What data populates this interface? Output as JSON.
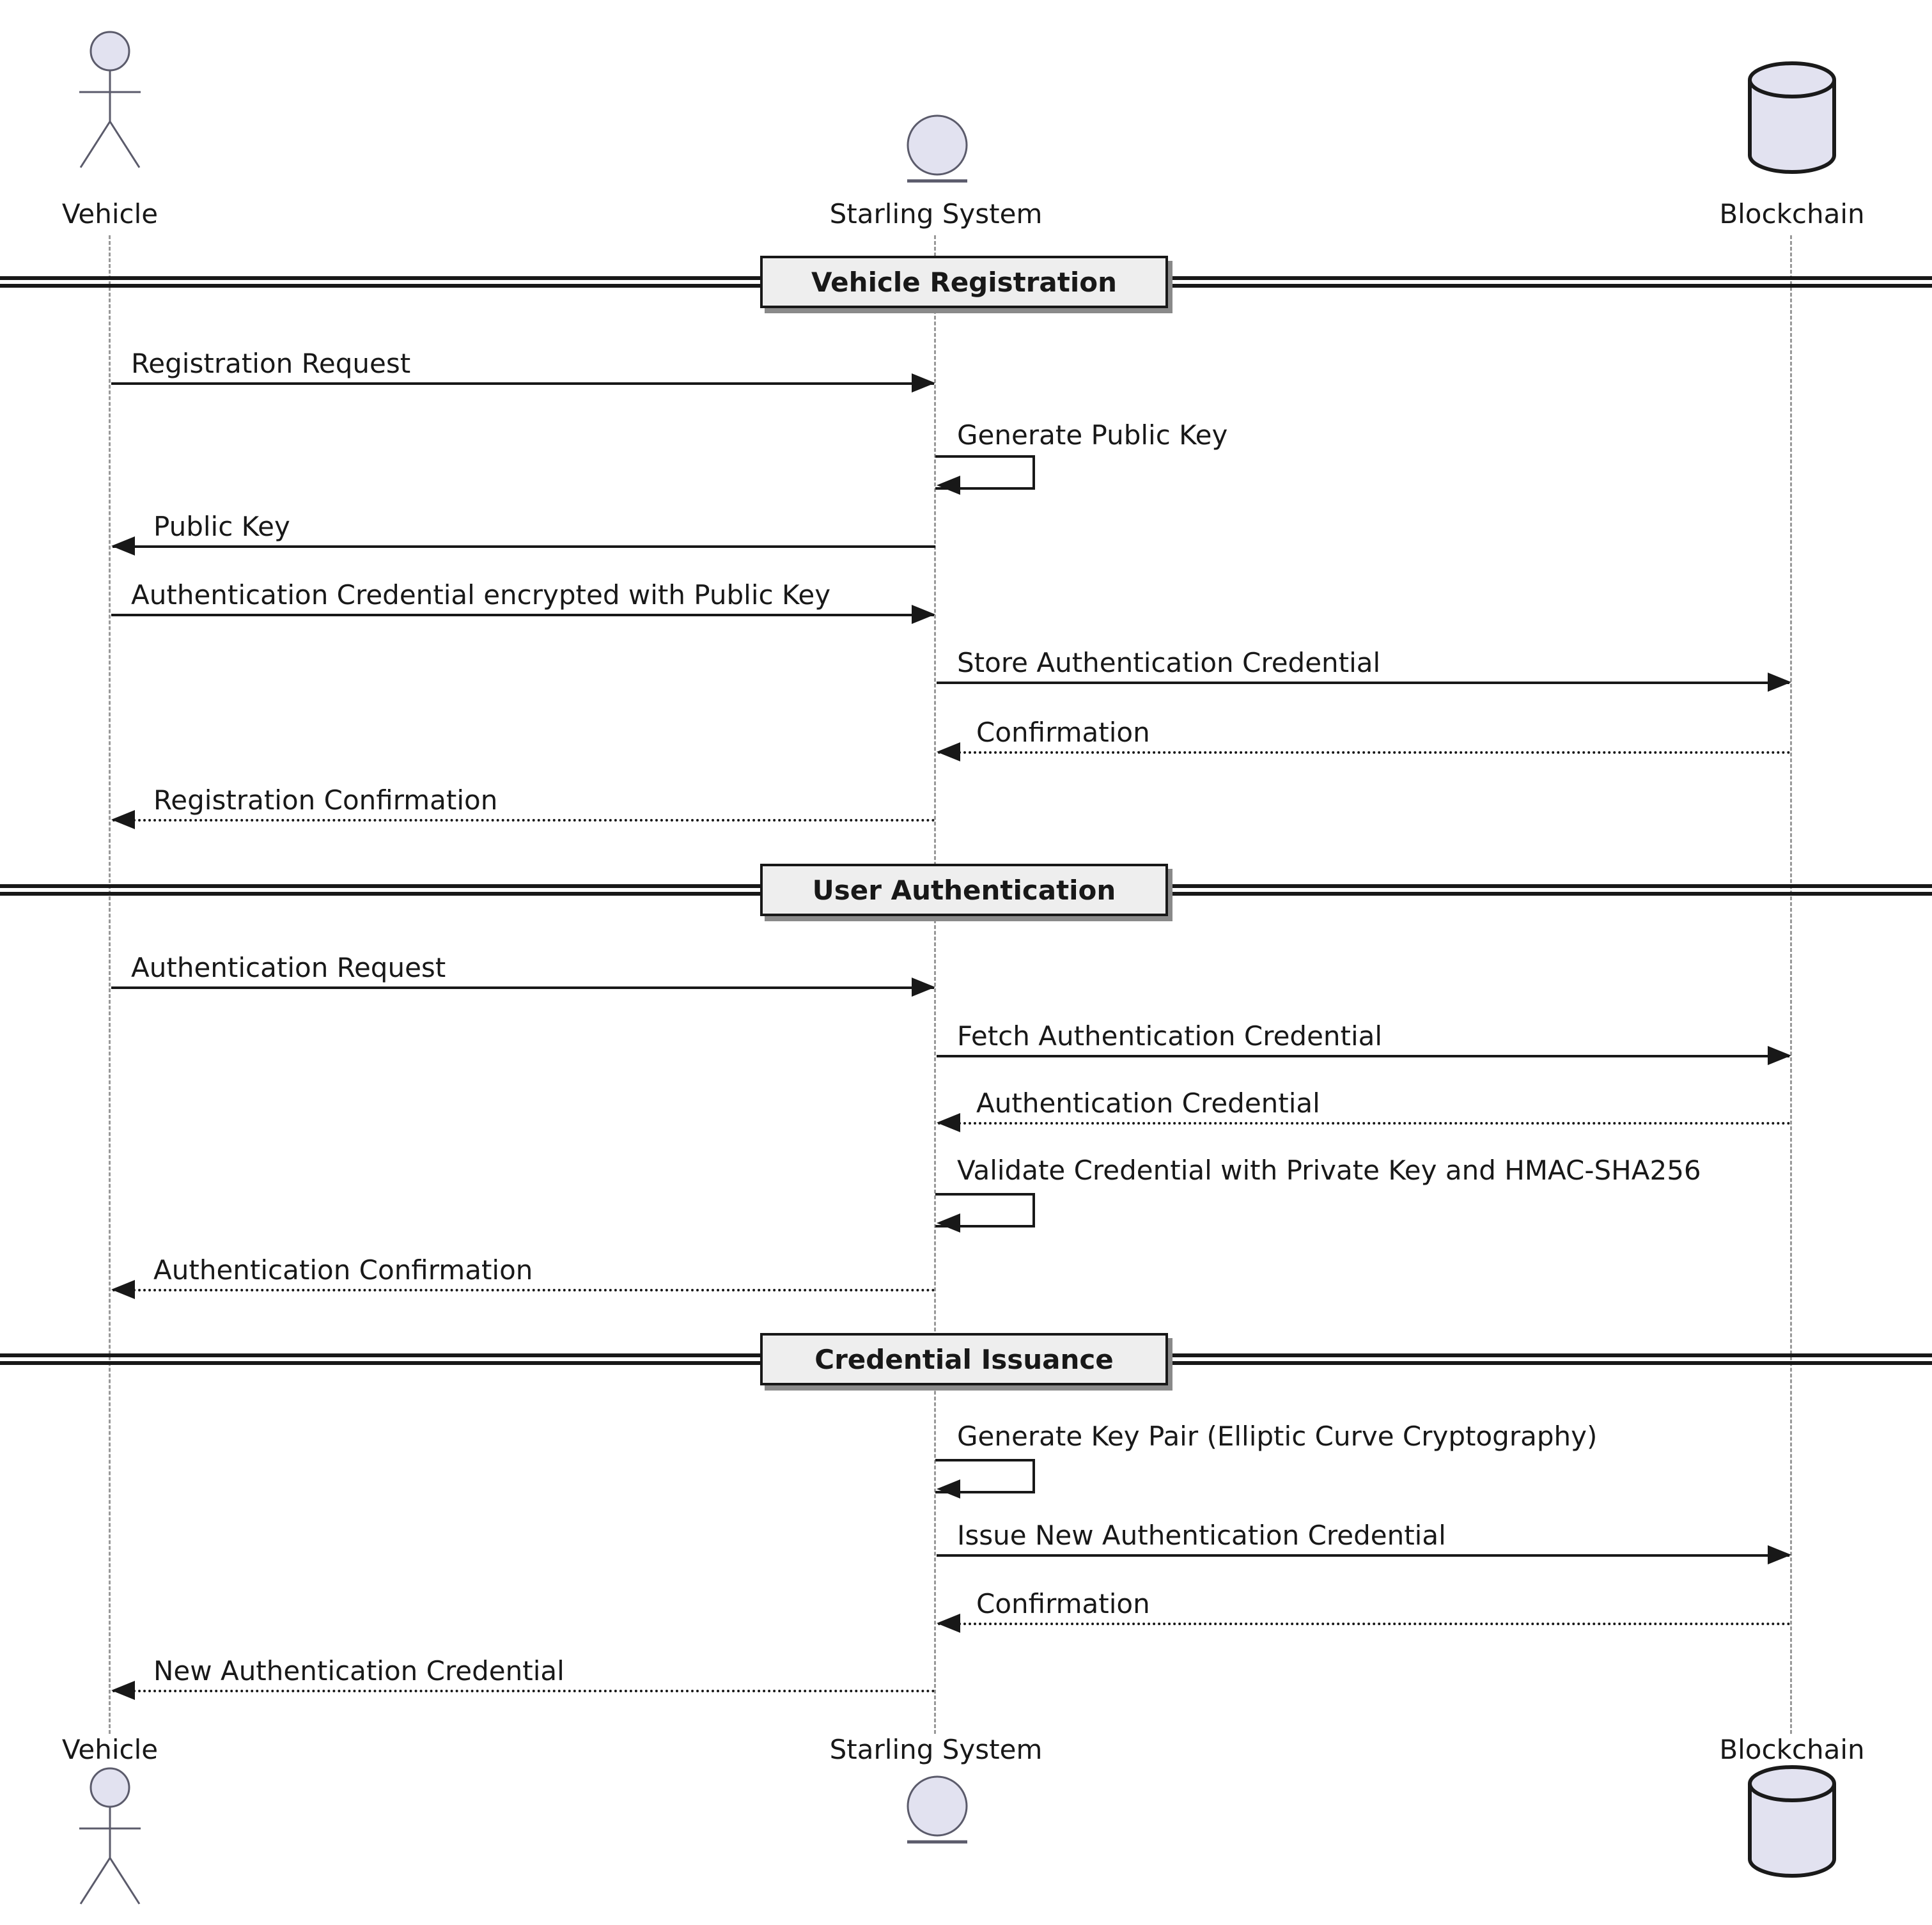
{
  "diagram": {
    "participants": [
      {
        "id": "vehicle",
        "label": "Vehicle",
        "icon": "actor"
      },
      {
        "id": "starling",
        "label": "Starling System",
        "icon": "entity"
      },
      {
        "id": "blockchain",
        "label": "Blockchain",
        "icon": "database"
      }
    ],
    "sections": [
      {
        "title": "Vehicle Registration",
        "messages": [
          {
            "label": "Registration Request",
            "from": "Vehicle",
            "to": "Starling System",
            "line": "solid"
          },
          {
            "label": "Generate Public Key",
            "from": "Starling System",
            "to": "Starling System",
            "line": "self"
          },
          {
            "label": "Public Key",
            "from": "Starling System",
            "to": "Vehicle",
            "line": "solid"
          },
          {
            "label": "Authentication Credential encrypted with Public Key",
            "from": "Vehicle",
            "to": "Starling System",
            "line": "solid"
          },
          {
            "label": "Store Authentication Credential",
            "from": "Starling System",
            "to": "Blockchain",
            "line": "solid"
          },
          {
            "label": "Confirmation",
            "from": "Blockchain",
            "to": "Starling System",
            "line": "dashed"
          },
          {
            "label": "Registration Confirmation",
            "from": "Starling System",
            "to": "Vehicle",
            "line": "dashed"
          }
        ]
      },
      {
        "title": "User Authentication",
        "messages": [
          {
            "label": "Authentication Request",
            "from": "Vehicle",
            "to": "Starling System",
            "line": "solid"
          },
          {
            "label": "Fetch Authentication Credential",
            "from": "Starling System",
            "to": "Blockchain",
            "line": "solid"
          },
          {
            "label": "Authentication Credential",
            "from": "Blockchain",
            "to": "Starling System",
            "line": "dashed"
          },
          {
            "label": "Validate Credential with Private Key and HMAC-SHA256",
            "from": "Starling System",
            "to": "Starling System",
            "line": "self"
          },
          {
            "label": "Authentication Confirmation",
            "from": "Starling System",
            "to": "Vehicle",
            "line": "dashed"
          }
        ]
      },
      {
        "title": "Credential Issuance",
        "messages": [
          {
            "label": "Generate Key Pair (Elliptic Curve Cryptography)",
            "from": "Starling System",
            "to": "Starling System",
            "line": "self"
          },
          {
            "label": "Issue New Authentication Credential",
            "from": "Starling System",
            "to": "Blockchain",
            "line": "solid"
          },
          {
            "label": "Confirmation",
            "from": "Blockchain",
            "to": "Starling System",
            "line": "dashed"
          },
          {
            "label": "New Authentication Credential",
            "from": "Starling System",
            "to": "Vehicle",
            "line": "dashed"
          }
        ]
      }
    ],
    "colors": {
      "shape_fill": "#E2E2F0",
      "shape_stroke": "#5B5B6B",
      "arrow": "#181818",
      "lifeline": "#999999",
      "divider_fill": "#EEEEEE",
      "divider_border": "#181818",
      "background": "#FFFFFF"
    }
  }
}
